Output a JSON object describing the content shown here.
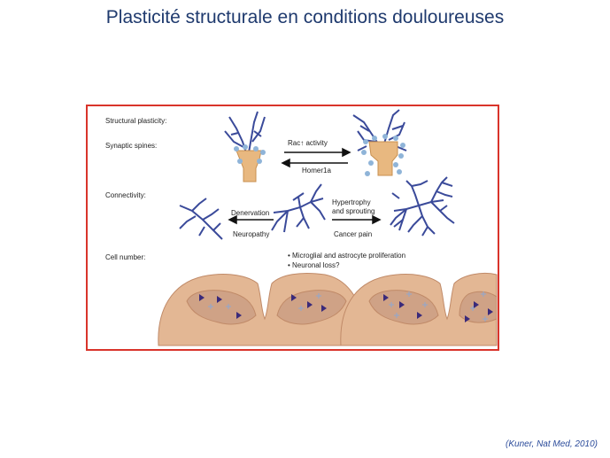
{
  "title": "Plasticité structurale en conditions douloureuses",
  "figure": {
    "labels": {
      "structural": "Structural plasticity:",
      "spines": "Synaptic spines:",
      "connectivity": "Connectivity:",
      "cell_number": "Cell number:"
    },
    "arrows": {
      "rac": "Rac↑ activity",
      "homer": "Homer1a",
      "denervation": "Denervation",
      "neuropathy": "Neuropathy",
      "hypertrophy_line1": "Hypertrophy",
      "hypertrophy_line2": "and sprouting",
      "cancer": "Cancer pain"
    },
    "bullets": [
      "• Microglial and astrocyte proliferation",
      "• Neuronal loss?"
    ]
  },
  "citation": "(Kuner, Nat Med, 2010)",
  "colors": {
    "title": "#1f3a6e",
    "frame": "#d9342b",
    "dendrite": "#3a4a9a",
    "spine": "#e8b880",
    "cord": "#e3b794",
    "citation": "#2a4a9a"
  }
}
